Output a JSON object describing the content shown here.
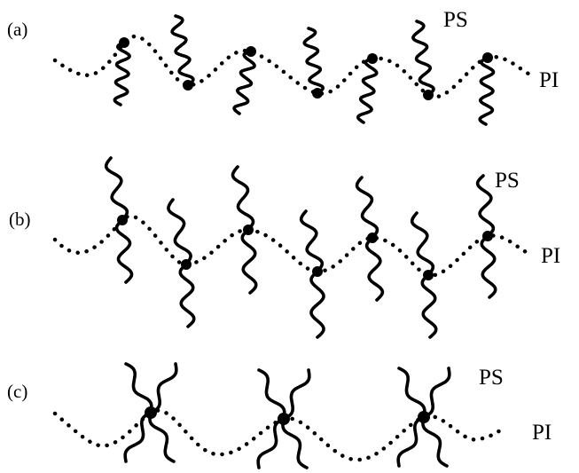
{
  "panels": [
    {
      "label": "(a)",
      "graft_label": "PS",
      "backbone_label": "PI"
    },
    {
      "label": "(b)",
      "graft_label": "PS",
      "backbone_label": "PI"
    },
    {
      "label": "(c)",
      "graft_label": "PS",
      "backbone_label": "PI"
    }
  ],
  "colors": {
    "ink": "#000000",
    "background": "#ffffff"
  }
}
